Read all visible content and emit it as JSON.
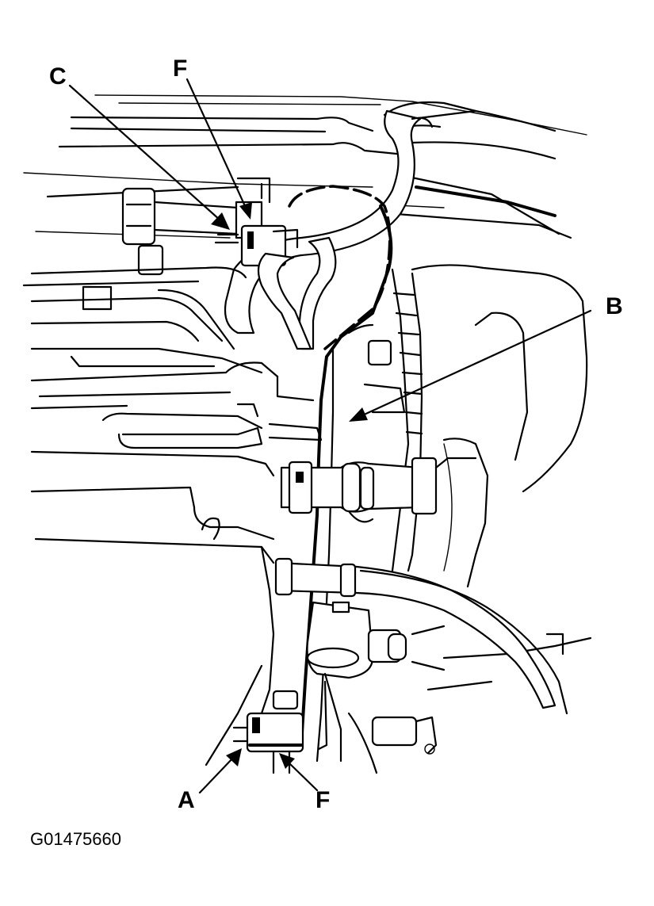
{
  "callouts": {
    "a": "A",
    "b": "B",
    "c": "C",
    "f_top": "F",
    "f_bottom": "F"
  },
  "figure_id": "G01475660"
}
